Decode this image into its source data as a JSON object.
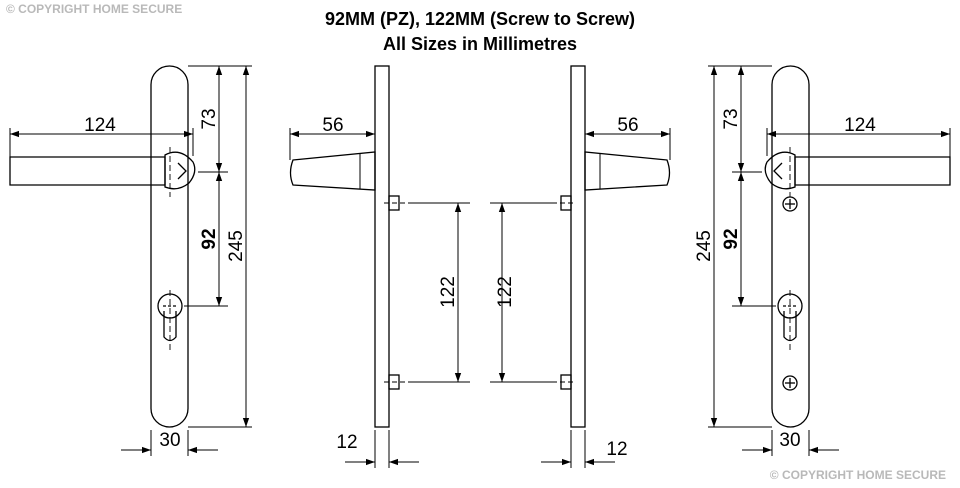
{
  "copyright_top": "© COPYRIGHT HOME SECURE",
  "copyright_bottom": "© COPYRIGHT HOME SECURE",
  "title": {
    "line1": "92MM (PZ), 122MM (Screw to Screw)",
    "line2": "All Sizes in Millimetres"
  },
  "left_front": {
    "lever_length": "124",
    "top_to_spindle": "73",
    "pz_centres": "92",
    "plate_height": "245",
    "plate_width": "30"
  },
  "left_side": {
    "lever_projection": "56",
    "screw_centres": "122",
    "plate_thickness": "12"
  },
  "right_side": {
    "lever_projection": "56",
    "screw_centres": "122",
    "plate_thickness": "12"
  },
  "right_front": {
    "lever_length": "124",
    "top_to_spindle": "73",
    "pz_centres": "92",
    "plate_height": "245",
    "plate_width": "30"
  }
}
